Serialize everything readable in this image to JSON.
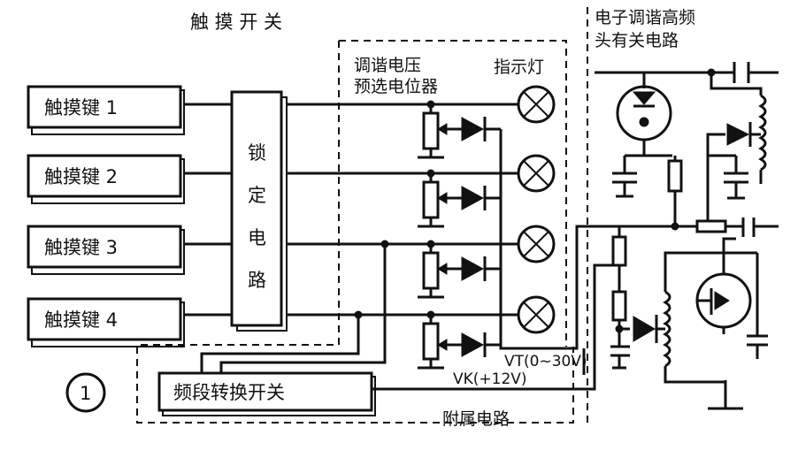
{
  "diagram": {
    "section_titles": {
      "touch_switch": "触 摸 开 关",
      "tuner_circuit_line1": "电子调谐高频",
      "tuner_circuit_line2": "头有关电路",
      "preset_line1": "调谐电压",
      "preset_line2": "预选电位器",
      "indicator": "指示灯",
      "auxiliary": "附属电路"
    },
    "touch_keys": [
      "触摸键 1",
      "触摸键 2",
      "触摸键 3",
      "触摸键 4"
    ],
    "lock_circuit": [
      "锁",
      "定",
      "电",
      "路"
    ],
    "band_switch": "频段转换开关",
    "vt_label": "VT(0~30V)",
    "vk_label": "VK(+12V)",
    "figure_number": "1"
  }
}
